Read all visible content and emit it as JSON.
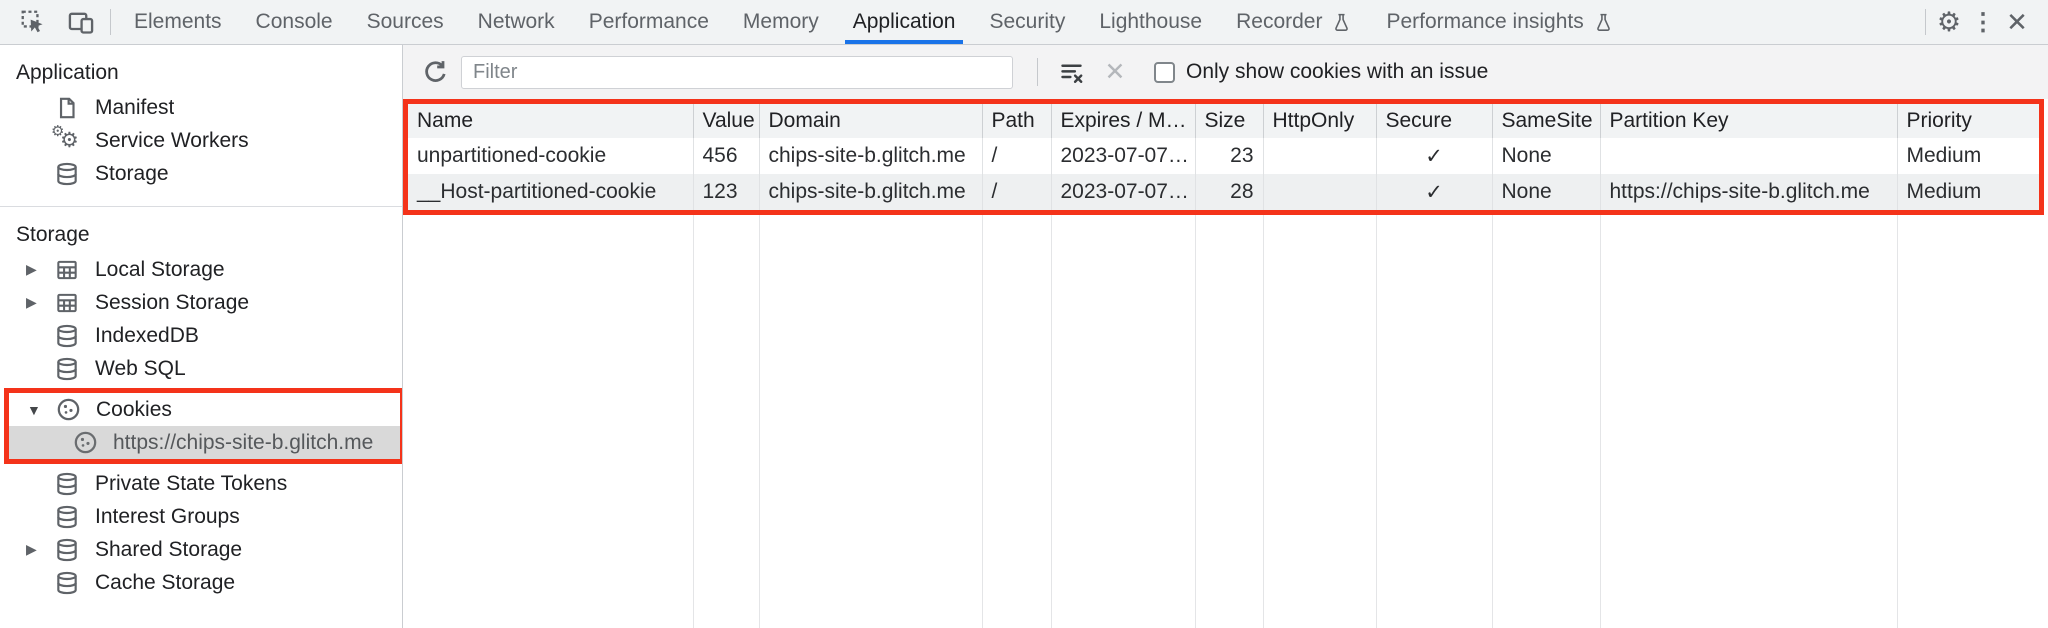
{
  "tabbar": {
    "tabs": [
      {
        "label": "Elements"
      },
      {
        "label": "Console"
      },
      {
        "label": "Sources"
      },
      {
        "label": "Network"
      },
      {
        "label": "Performance"
      },
      {
        "label": "Memory"
      },
      {
        "label": "Application"
      },
      {
        "label": "Security"
      },
      {
        "label": "Lighthouse"
      },
      {
        "label": "Recorder"
      },
      {
        "label": "Performance insights"
      }
    ],
    "selected_tab": "Application"
  },
  "sidebar": {
    "sections": [
      {
        "title": "Application",
        "items": [
          {
            "label": "Manifest"
          },
          {
            "label": "Service Workers"
          },
          {
            "label": "Storage"
          }
        ]
      },
      {
        "title": "Storage",
        "items": [
          {
            "label": "Local Storage"
          },
          {
            "label": "Session Storage"
          },
          {
            "label": "IndexedDB"
          },
          {
            "label": "Web SQL"
          },
          {
            "label": "Cookies"
          },
          {
            "label": "https://chips-site-b.glitch.me"
          },
          {
            "label": "Private State Tokens"
          },
          {
            "label": "Interest Groups"
          },
          {
            "label": "Shared Storage"
          },
          {
            "label": "Cache Storage"
          }
        ]
      }
    ],
    "selected_item": "https://chips-site-b.glitch.me"
  },
  "toolbar": {
    "filter_placeholder": "Filter",
    "filter_value": "",
    "only_issues_label": "Only show cookies with an issue",
    "only_issues_checked": false
  },
  "cookie_table": {
    "columns": [
      "Name",
      "Value",
      "Domain",
      "Path",
      "Expires / M…",
      "Size",
      "HttpOnly",
      "Secure",
      "SameSite",
      "Partition Key",
      "Priority"
    ],
    "rows": [
      {
        "name": "unpartitioned-cookie",
        "value": "456",
        "domain": "chips-site-b.glitch.me",
        "path": "/",
        "expires": "2023-07-07…",
        "size": "23",
        "http_only": "",
        "secure": "✓",
        "same_site": "None",
        "partition_key": "",
        "priority": "Medium"
      },
      {
        "name": "__Host-partitioned-cookie",
        "value": "123",
        "domain": "chips-site-b.glitch.me",
        "path": "/",
        "expires": "2023-07-07…",
        "size": "28",
        "http_only": "",
        "secure": "✓",
        "same_site": "None",
        "partition_key": "https://chips-site-b.glitch.me",
        "priority": "Medium"
      }
    ]
  },
  "colors": {
    "accent_blue": "#1a73e8",
    "annotation_red": "#f4331a",
    "toolbar_bg": "#f1f3f4",
    "selected_item_bg": "#d9d9d9"
  }
}
